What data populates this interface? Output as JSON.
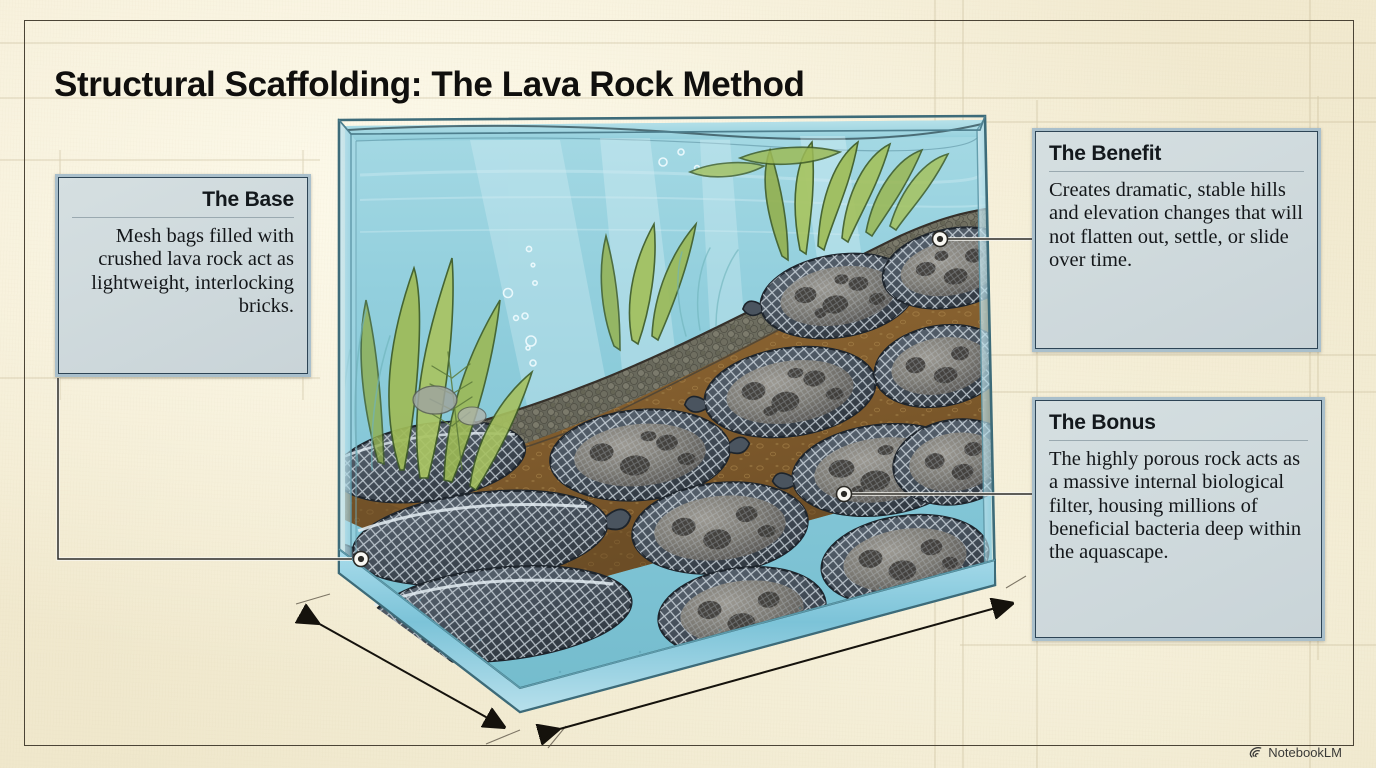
{
  "page": {
    "title": "Structural Scaffolding: The Lava Rock Method",
    "paper_color": "#f1e9ce",
    "frame_color": "#4b4436"
  },
  "callouts": [
    {
      "id": "base",
      "heading": "The Base",
      "body": "Mesh bags filled with crushed lava rock act as lightweight, interlocking bricks.",
      "align": "right",
      "box_color": "#ced9dc",
      "border_color": "#2d4455"
    },
    {
      "id": "benefit",
      "heading": "The Benefit",
      "body": "Creates dramatic, stable hills and elevation changes that will not flatten out, settle, or slide over time.",
      "align": "left",
      "box_color": "#ced9dc",
      "border_color": "#2d4455"
    },
    {
      "id": "bonus",
      "heading": "The Bonus",
      "body": "The highly porous rock acts as a massive internal biological filter, housing millions of beneficial bacteria deep within the aquascape.",
      "align": "left",
      "box_color": "#ced9dc",
      "border_color": "#2d4455"
    }
  ],
  "illustration": {
    "subject": "cutaway aquarium tank cross-section",
    "layers": [
      {
        "name": "water",
        "color": "#8fd0dc"
      },
      {
        "name": "gravel-cap",
        "color": "#6d6d5e"
      },
      {
        "name": "soil-substrate",
        "color": "#8a6234"
      },
      {
        "name": "lava-rock-mesh-bags",
        "color": "#4a5560"
      },
      {
        "name": "glass-tank",
        "color": "#7fc4d6"
      }
    ],
    "plants_color": "#84a94b",
    "dimension_arrows": 2
  },
  "watermark": {
    "label": "NotebookLM"
  }
}
